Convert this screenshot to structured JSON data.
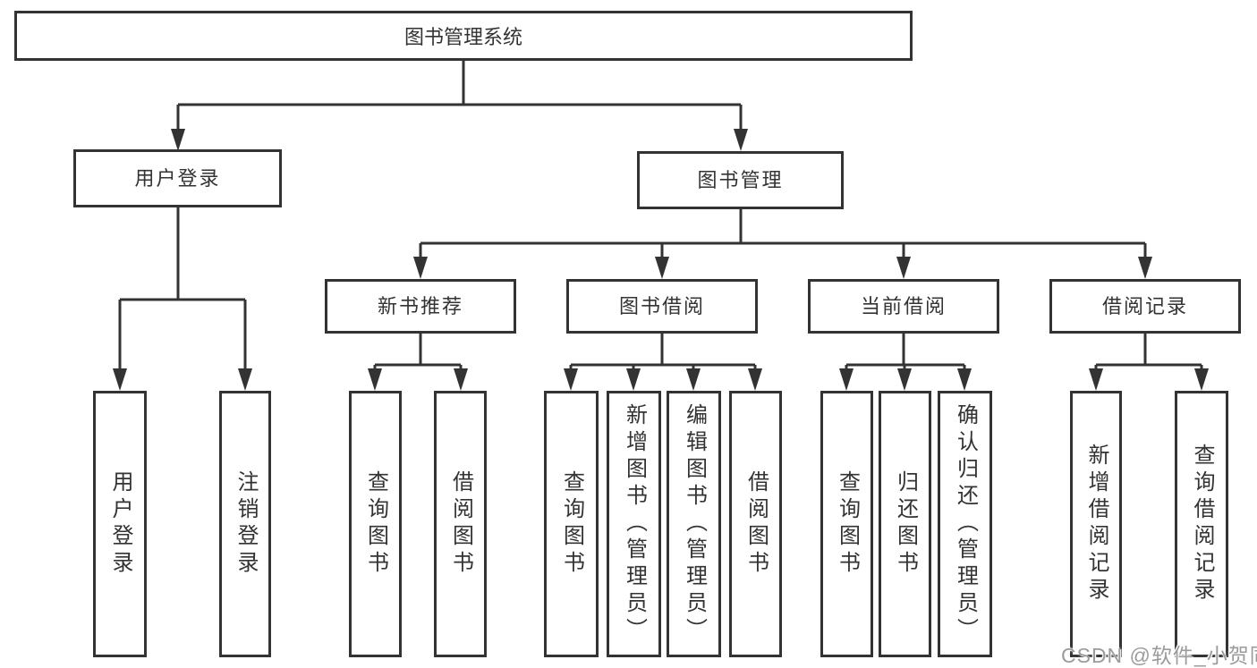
{
  "diagram": {
    "title": "图书管理系统",
    "colors": {
      "line": "#333333",
      "text": "#333333",
      "background": "#ffffff",
      "watermark": "#9b9b9b"
    },
    "tree": {
      "label": "图书管理系统",
      "children": [
        {
          "label": "用户登录",
          "children": [
            {
              "label": "用户登录"
            },
            {
              "label": "注销登录"
            }
          ]
        },
        {
          "label": "图书管理",
          "children": [
            {
              "label": "新书推荐",
              "children": [
                {
                  "label": "查询图书"
                },
                {
                  "label": "借阅图书"
                }
              ]
            },
            {
              "label": "图书借阅",
              "children": [
                {
                  "label": "查询图书"
                },
                {
                  "label": "新增图书（管理员）"
                },
                {
                  "label": "编辑图书（管理员）"
                },
                {
                  "label": "借阅图书"
                }
              ]
            },
            {
              "label": "当前借阅",
              "children": [
                {
                  "label": "查询图书"
                },
                {
                  "label": "归还图书"
                },
                {
                  "label": "确认归还（管理员）"
                }
              ]
            },
            {
              "label": "借阅记录",
              "children": [
                {
                  "label": "新增借阅记录"
                },
                {
                  "label": "查询借阅记录"
                }
              ]
            }
          ]
        }
      ]
    },
    "watermark": "CSDN @软件_小贺同学"
  }
}
